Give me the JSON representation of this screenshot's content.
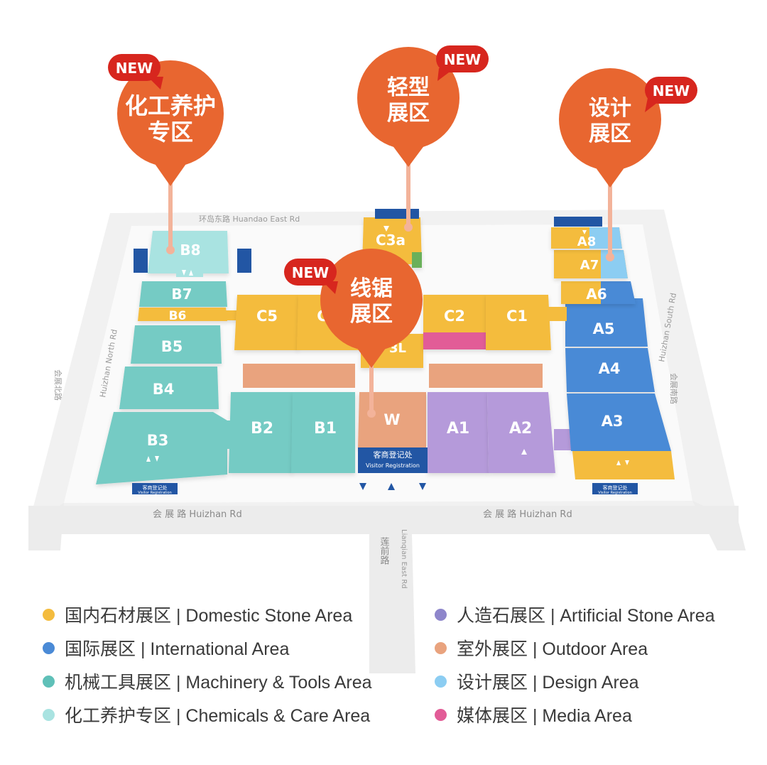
{
  "colors": {
    "domestic": "#F4BC3E",
    "international": "#4A8AD6",
    "machinery": "#75CBC4",
    "chemicals": "#A9E3E1",
    "artificial": "#B59ADA",
    "outdoor": "#E9A37E",
    "design": "#8CCDF2",
    "media": "#E25C97",
    "pin": "#E86630",
    "badge": "#D7261E"
  },
  "roads": {
    "north": "环岛东路  Huandao East Rd",
    "west": "Huizhan North Rd",
    "west_cn": "会展北路",
    "east": "Huizhan South Rd",
    "east_cn": "会展南路",
    "south_left": "会 展 路   Huizhan Rd",
    "south_right": "会 展 路   Huizhan Rd",
    "lianqian_cn": "莲前路",
    "lianqian_en": "Lianqian East Rd"
  },
  "halls": {
    "b8": "B8",
    "b7": "B7",
    "b6": "B6",
    "b5": "B5",
    "b4": "B4",
    "b3": "B3",
    "b2": "B2",
    "b1": "B1",
    "c5": "C5",
    "c4": "C",
    "c3a": "C3a",
    "c3l": "3L",
    "c2": "C2",
    "c1": "C1",
    "w": "W",
    "a1": "A1",
    "a2": "A2",
    "a3": "A3",
    "a4": "A4",
    "a5": "A5",
    "a6": "A6",
    "a7": "A7",
    "a8": "A8"
  },
  "registration": {
    "main_cn": "客商登记处",
    "main_en": "Visitor Registration",
    "small_cn": "客商登记处",
    "small_en": "Visitor Registration"
  },
  "pins": [
    {
      "line1": "化工养护",
      "line2": "专区",
      "badge": "NEW"
    },
    {
      "line1": "轻型",
      "line2": "展区",
      "badge": "NEW"
    },
    {
      "line1": "设计",
      "line2": "展区",
      "badge": "NEW"
    },
    {
      "line1": "线锯",
      "line2": "展区",
      "badge": "NEW"
    }
  ],
  "legend": [
    {
      "label": "国内石材展区 | Domestic Stone Area",
      "color": "#F4BC3E"
    },
    {
      "label": "国际展区 | International Area",
      "color": "#4A8AD6"
    },
    {
      "label": "机械工具展区 | Machinery & Tools Area",
      "color": "#5FC0B8"
    },
    {
      "label": "化工养护专区 | Chemicals & Care Area",
      "color": "#A9E3E1"
    },
    {
      "label": "人造石展区 | Artificial Stone Area",
      "color": "#8E86CB"
    },
    {
      "label": "室外展区 | Outdoor Area",
      "color": "#E9A37E"
    },
    {
      "label": "设计展区 | Design Area",
      "color": "#8CCDF2"
    },
    {
      "label": "媒体展区 | Media Area",
      "color": "#E25C97"
    }
  ]
}
